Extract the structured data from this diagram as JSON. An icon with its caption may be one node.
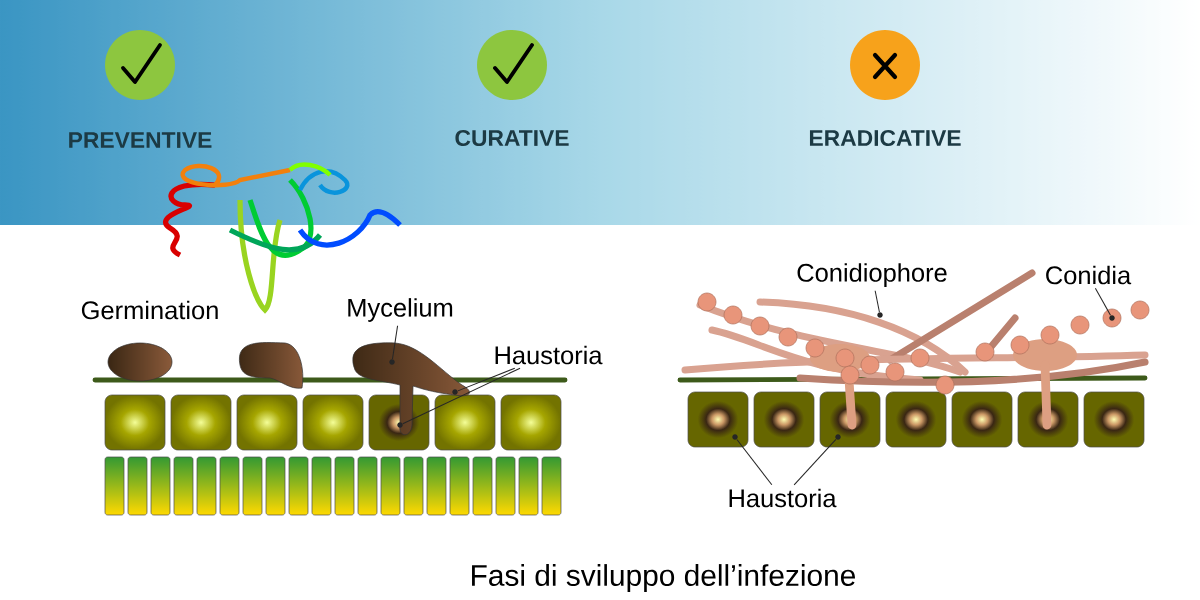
{
  "diagram": {
    "caption": "Fasi di sviluppo dell’infezione",
    "nodes": [
      {
        "text": [
          "Mycelium"
        ]
      },
      {
        "text": [],
        "shape": "picture"
      },
      {
        "text": [
          "Haustoria"
        ]
      },
      {
        "text": [],
        "shape": "picture"
      },
      {
        "text": [],
        "shape": "picture"
      },
      {
        "text": [
          "Conidiophore"
        ]
      },
      {
        "text": [],
        "shape": "picture"
      },
      {
        "text": [
          "Conidia"
        ]
      },
      {
        "text": [],
        "shape": "picture"
      },
      {
        "text": [
          "Haustoria"
        ]
      },
      {
        "text": [],
        "shape": "picture"
      },
      {
        "text": [],
        "shape": "picture"
      }
    ],
    "edges": [
      {
        "from": 0,
        "to": 1,
        "arrow": "none"
      },
      {
        "from": 2,
        "to": 3,
        "arrow": "none"
      },
      {
        "from": 2,
        "to": 4,
        "arrow": "none"
      },
      {
        "from": 5,
        "to": 6,
        "arrow": "none"
      },
      {
        "from": 7,
        "to": 8,
        "arrow": "none"
      },
      {
        "from": 9,
        "to": 10,
        "arrow": "none"
      },
      {
        "from": 9,
        "to": 11,
        "arrow": "none"
      }
    ],
    "labels": [
      "PREVENTIVE",
      "CURATIVE",
      "ERADICATIVE",
      "Germination"
    ]
  }
}
